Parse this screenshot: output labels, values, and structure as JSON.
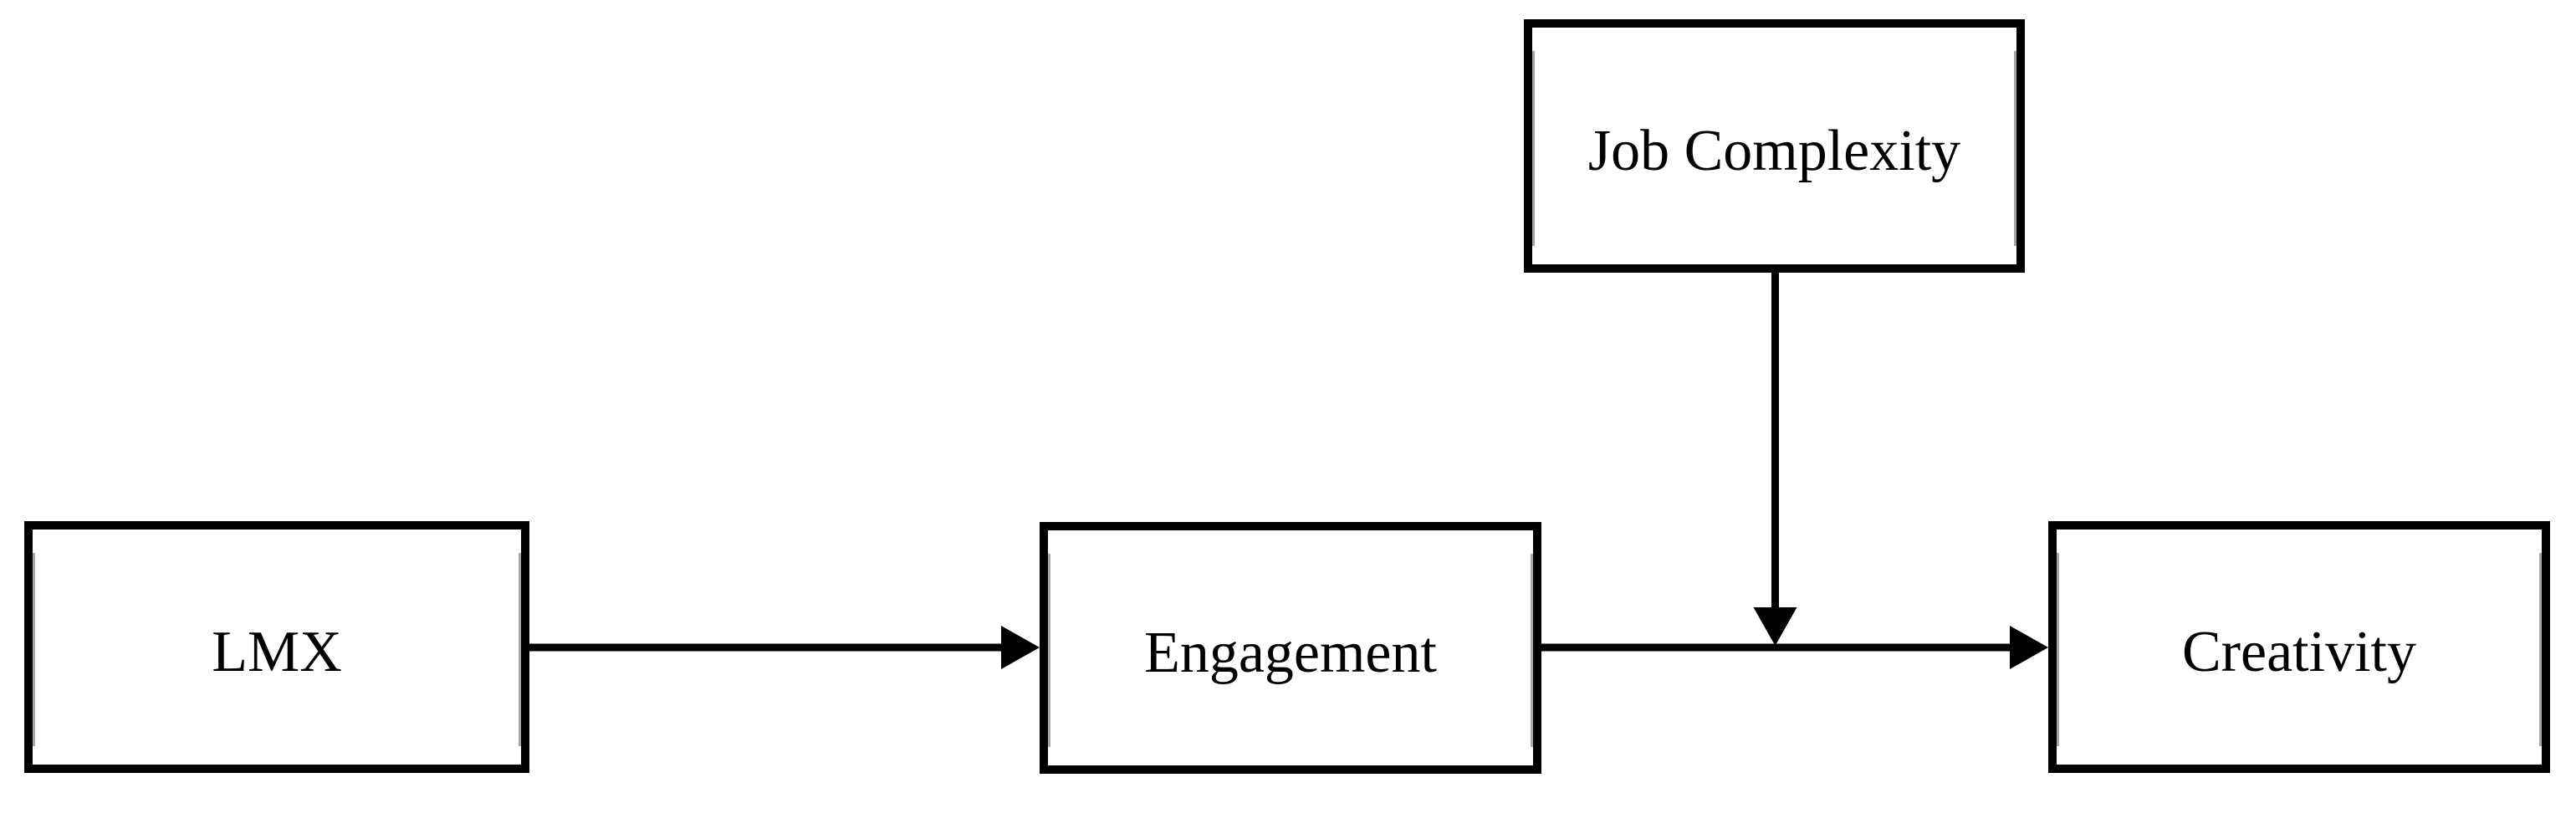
{
  "figure": {
    "type": "path-diagram",
    "background_color": "#ffffff",
    "line_color": "#000000",
    "text_color": "#000000",
    "nodes": {
      "lmx": {
        "label": "LMX"
      },
      "engagement": {
        "label": "Engagement"
      },
      "job_complexity": {
        "label": "Job Complexity"
      },
      "creativity": {
        "label": "Creativity"
      }
    },
    "edges": [
      {
        "from": "LMX",
        "to": "Engagement",
        "style": "solid-arrow"
      },
      {
        "from": "Engagement",
        "to": "Creativity",
        "style": "solid-arrow"
      },
      {
        "from": "Job Complexity",
        "to": "Engagement-Creativity arrow (midpoint)",
        "style": "solid-arrow"
      }
    ]
  }
}
